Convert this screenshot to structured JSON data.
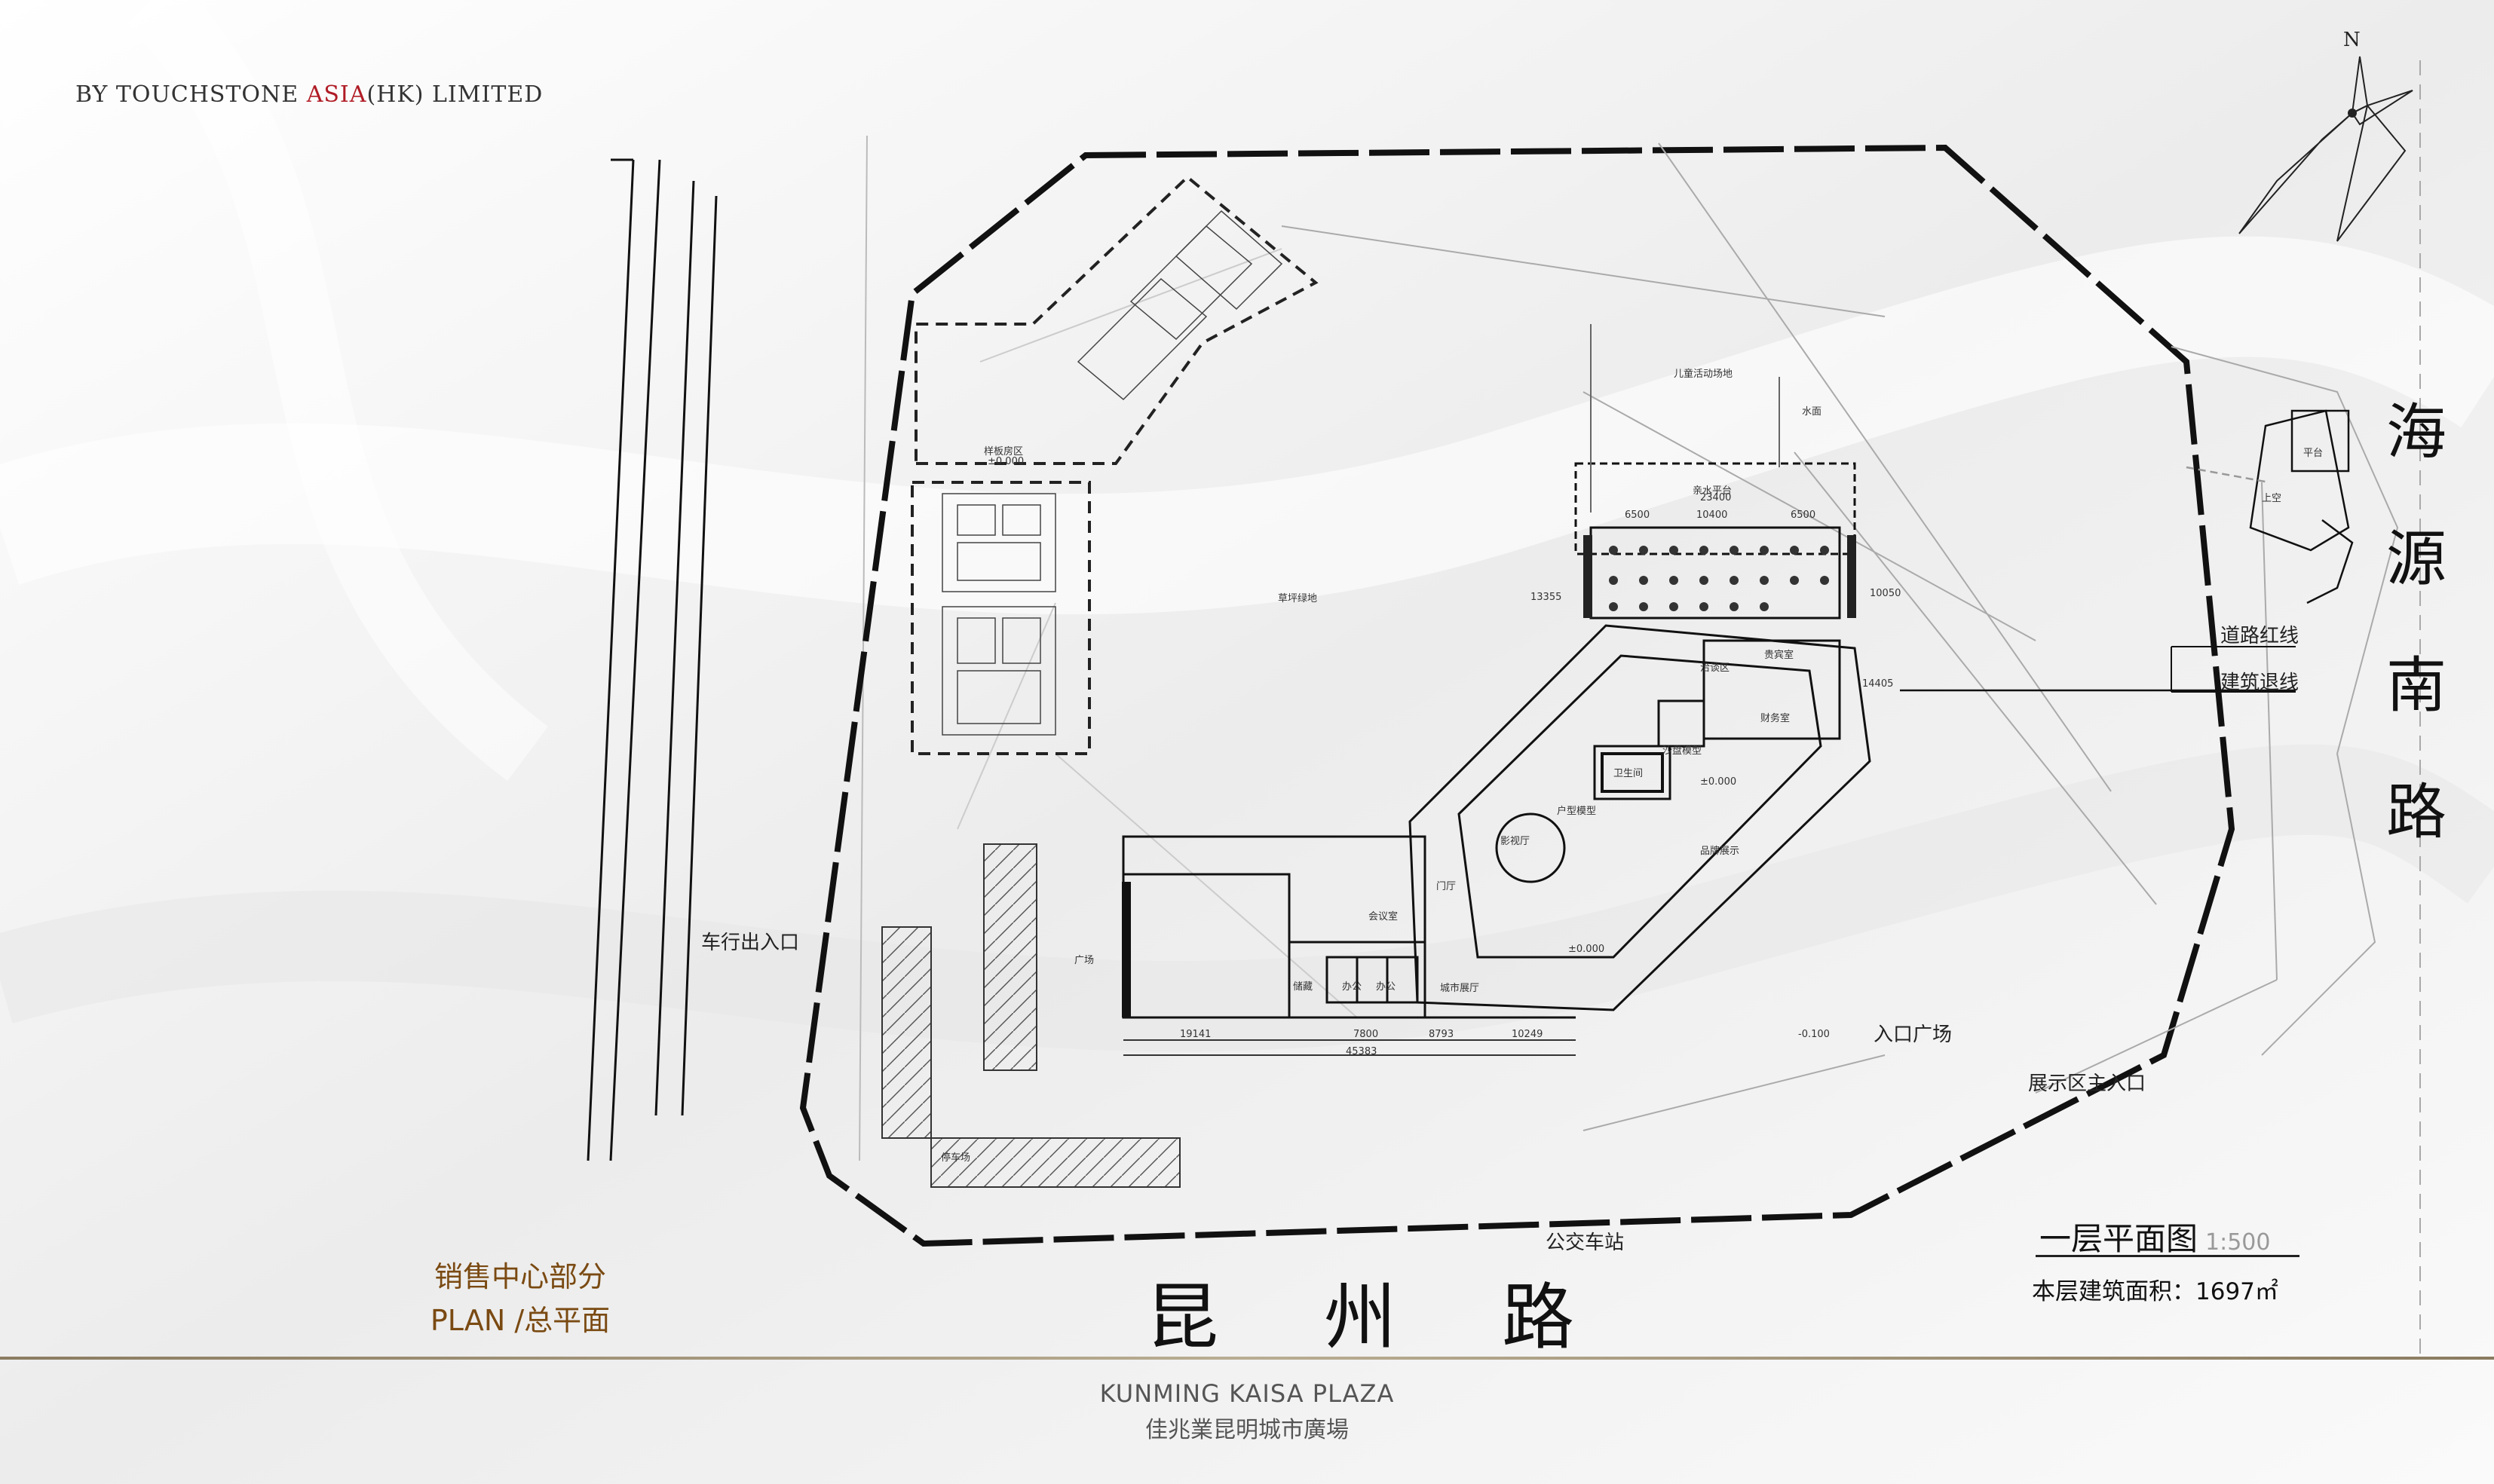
{
  "header": {
    "company_pre": "BY TOUCHSTONE ",
    "company_red": "ASIA",
    "company_post": "(HK)  LIMITED"
  },
  "roads": {
    "east": "海源南路",
    "south": "昆州路"
  },
  "labels": {
    "north": "N",
    "road_red_line": "道路红线",
    "setback_line": "建筑退线",
    "vehicle_entrance": "车行出入口",
    "entrance_plaza": "入口广场",
    "exhibition_main_entrance": "展示区主入口",
    "bus_stop": "公交车站",
    "sample_area": "样板房区",
    "children_area": "儿童活动场地",
    "water": "水面",
    "lawn": "草坪绿地",
    "water_platform": "亲水平台",
    "negotiation": "洽谈区",
    "model": "沙盘模型",
    "reception": "品牌展示",
    "vip": "贵宾室",
    "finance": "财务室",
    "toilet": "卫生间",
    "office": "办公",
    "meeting": "会议室",
    "city_hall": "城市展厅",
    "storage": "储藏",
    "plaza": "广场",
    "av_room": "影视厅",
    "foyer": "门厅",
    "unit_model": "户型模型",
    "elevation_top": "±0.000",
    "elevation_entry": "±0.000",
    "elevation_low": "-0.100",
    "elevation_plaza": "±0.000",
    "parking": "停车场",
    "viewpoint": "平台",
    "upper": "上空"
  },
  "dimensions": {
    "d1": "23400",
    "d2": "6500",
    "d3": "10400",
    "d4": "6500",
    "d5": "19141",
    "d6": "7800",
    "d7": "8793",
    "d8": "10249",
    "d9": "45383",
    "d10": "13355",
    "d11": "10050",
    "d12": "14405"
  },
  "section": {
    "line1": "销售中心部分",
    "line2": "PLAN /总平面"
  },
  "floor": {
    "title": "一层平面图",
    "scale": "1:500",
    "area": "本层建筑面积：1697㎡"
  },
  "footer": {
    "en": "KUNMING KAISA PLAZA",
    "cn": "佳兆業昆明城市廣場"
  },
  "colors": {
    "accent_red": "#b01c26",
    "section_brown": "#7a4a12",
    "footer_rule": "#8a7b60"
  }
}
